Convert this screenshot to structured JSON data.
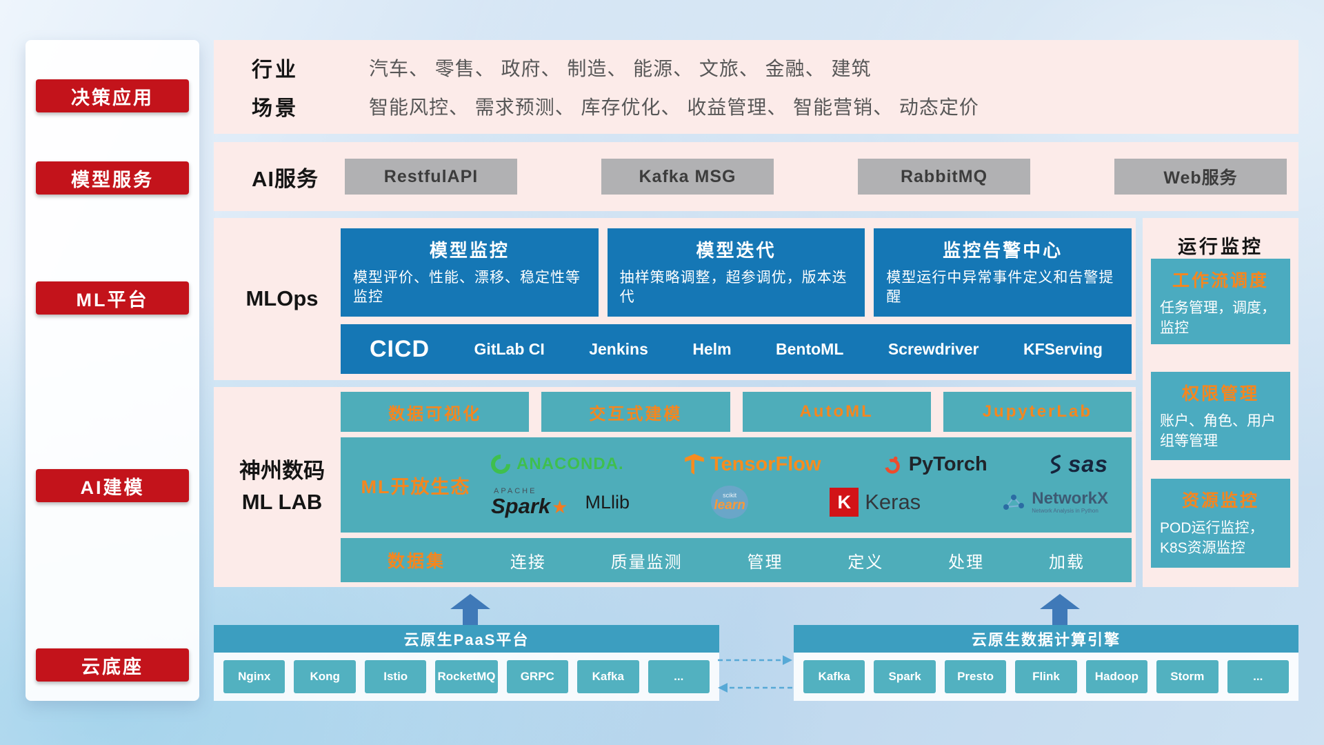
{
  "colors": {
    "red": "#c3131b",
    "pink_panel": "#fcebe9",
    "blue": "#1577b5",
    "teal": "#4eadba",
    "teal_dark": "#3c9ec0",
    "orange": "#f5861f",
    "gray_button": "#b1b1b3"
  },
  "sidebar": {
    "items": [
      "决策应用",
      "模型服务",
      "ML平台",
      "AI建模",
      "云底座"
    ]
  },
  "industry": {
    "row1_label": "行业",
    "row1_text": "汽车、 零售、 政府、 制造、 能源、 文旅、 金融、 建筑",
    "row2_label": "场景",
    "row2_text": "智能风控、 需求预测、 库存优化、 收益管理、 智能营销、 动态定价"
  },
  "ai_service": {
    "label": "AI服务",
    "buttons": [
      "RestfulAPI",
      "Kafka MSG",
      "RabbitMQ",
      "Web服务"
    ]
  },
  "mlops": {
    "label": "MLOps",
    "cards": [
      {
        "title": "模型监控",
        "desc": "模型评价、性能、漂移、稳定性等监控"
      },
      {
        "title": "模型迭代",
        "desc": "抽样策略调整，超参调优，版本迭代"
      },
      {
        "title": "监控告警中心",
        "desc": "模型运行中异常事件定义和告警提醒"
      }
    ],
    "cicd_title": "CICD",
    "cicd_items": [
      "GitLab CI",
      "Jenkins",
      "Helm",
      "BentoML",
      "Screwdriver",
      "KFServing"
    ]
  },
  "mllab": {
    "label_line1": "神州数码",
    "label_line2": "ML LAB",
    "feature_boxes": [
      "数据可视化",
      "交互式建模",
      "AutoML",
      "JupyterLab"
    ],
    "eco_label": "ML开放生态",
    "logos": {
      "anaconda": "ANACONDA.",
      "tensorflow": "TensorFlow",
      "pytorch": "PyTorch",
      "sas": "sas",
      "apache": "APACHE",
      "spark": "Spark",
      "star": "★",
      "mllib": "MLlib",
      "scikit": "scikit",
      "learn": "learn",
      "keras_initial": "K",
      "keras": "Keras",
      "networkx": "NetworkX",
      "networkx_sub": "Network Analysis in Python"
    },
    "dataset_label": "数据集",
    "dataset_items": [
      "连接",
      "质量监测",
      "管理",
      "定义",
      "处理",
      "加载"
    ]
  },
  "monitoring": {
    "title": "运行监控",
    "cards": [
      {
        "title": "权限管理",
        "desc": "账户、角色、用户组等管理"
      },
      {
        "title": "资源监控",
        "desc": "POD运行监控，K8S资源监控"
      },
      {
        "title": "工作流调度",
        "desc": "任务管理，调度，监控"
      }
    ]
  },
  "foundation": {
    "paas": {
      "title": "云原生PaaS平台",
      "items": [
        "Nginx",
        "Kong",
        "Istio",
        "RocketMQ",
        "GRPC",
        "Kafka",
        "..."
      ]
    },
    "engine": {
      "title": "云原生数据计算引擎",
      "items": [
        "Kafka",
        "Spark",
        "Presto",
        "Flink",
        "Hadoop",
        "Storm",
        "..."
      ]
    }
  }
}
